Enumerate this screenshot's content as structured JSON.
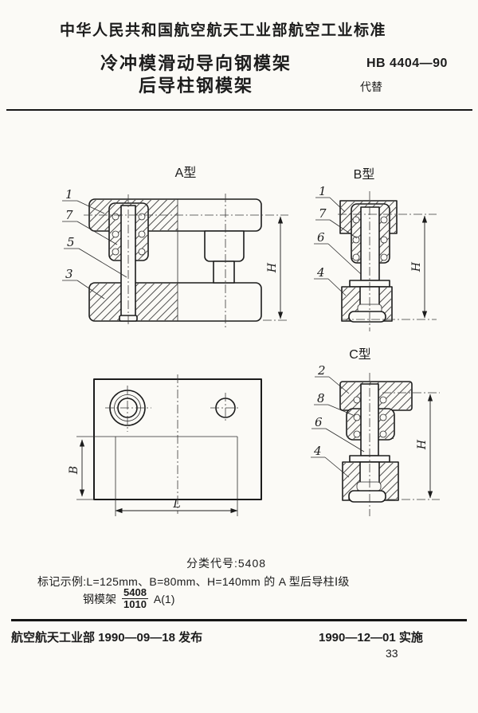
{
  "document": {
    "org_line": "中华人民共和国航空航天工业部航空工业标准",
    "title_line1": "冷冲模滑动导向钢模架",
    "title_line2": "后导柱钢模架",
    "standard_code": "HB 4404—90",
    "supersede_label": "代替",
    "classification": "分类代号:5408",
    "marking_example": "标记示例:L=125mm、B=80mm、H=140mm 的 A 型后导柱Ⅰ级",
    "designation": {
      "prefix": "钢模架",
      "numerator": "5408",
      "denominator": "1010",
      "suffix": "A(1)"
    },
    "footer": {
      "issued": "航空航天工业部 1990—09—18 发布",
      "implemented": "1990—12—01 实施",
      "page_number": "33"
    }
  },
  "figures": {
    "a": {
      "title": "A型",
      "parts": [
        "1",
        "7",
        "5",
        "3"
      ],
      "dim": "H"
    },
    "b": {
      "title": "B型",
      "parts": [
        "1",
        "7",
        "6",
        "4"
      ],
      "dim": "H"
    },
    "c": {
      "title": "C型",
      "parts": [
        "2",
        "8",
        "6",
        "4"
      ],
      "dim": "H"
    },
    "plan": {
      "width_dim": "L",
      "depth_dim": "B"
    }
  },
  "colors": {
    "ink": "#1c1c1c",
    "paper": "#fbfaf6"
  }
}
